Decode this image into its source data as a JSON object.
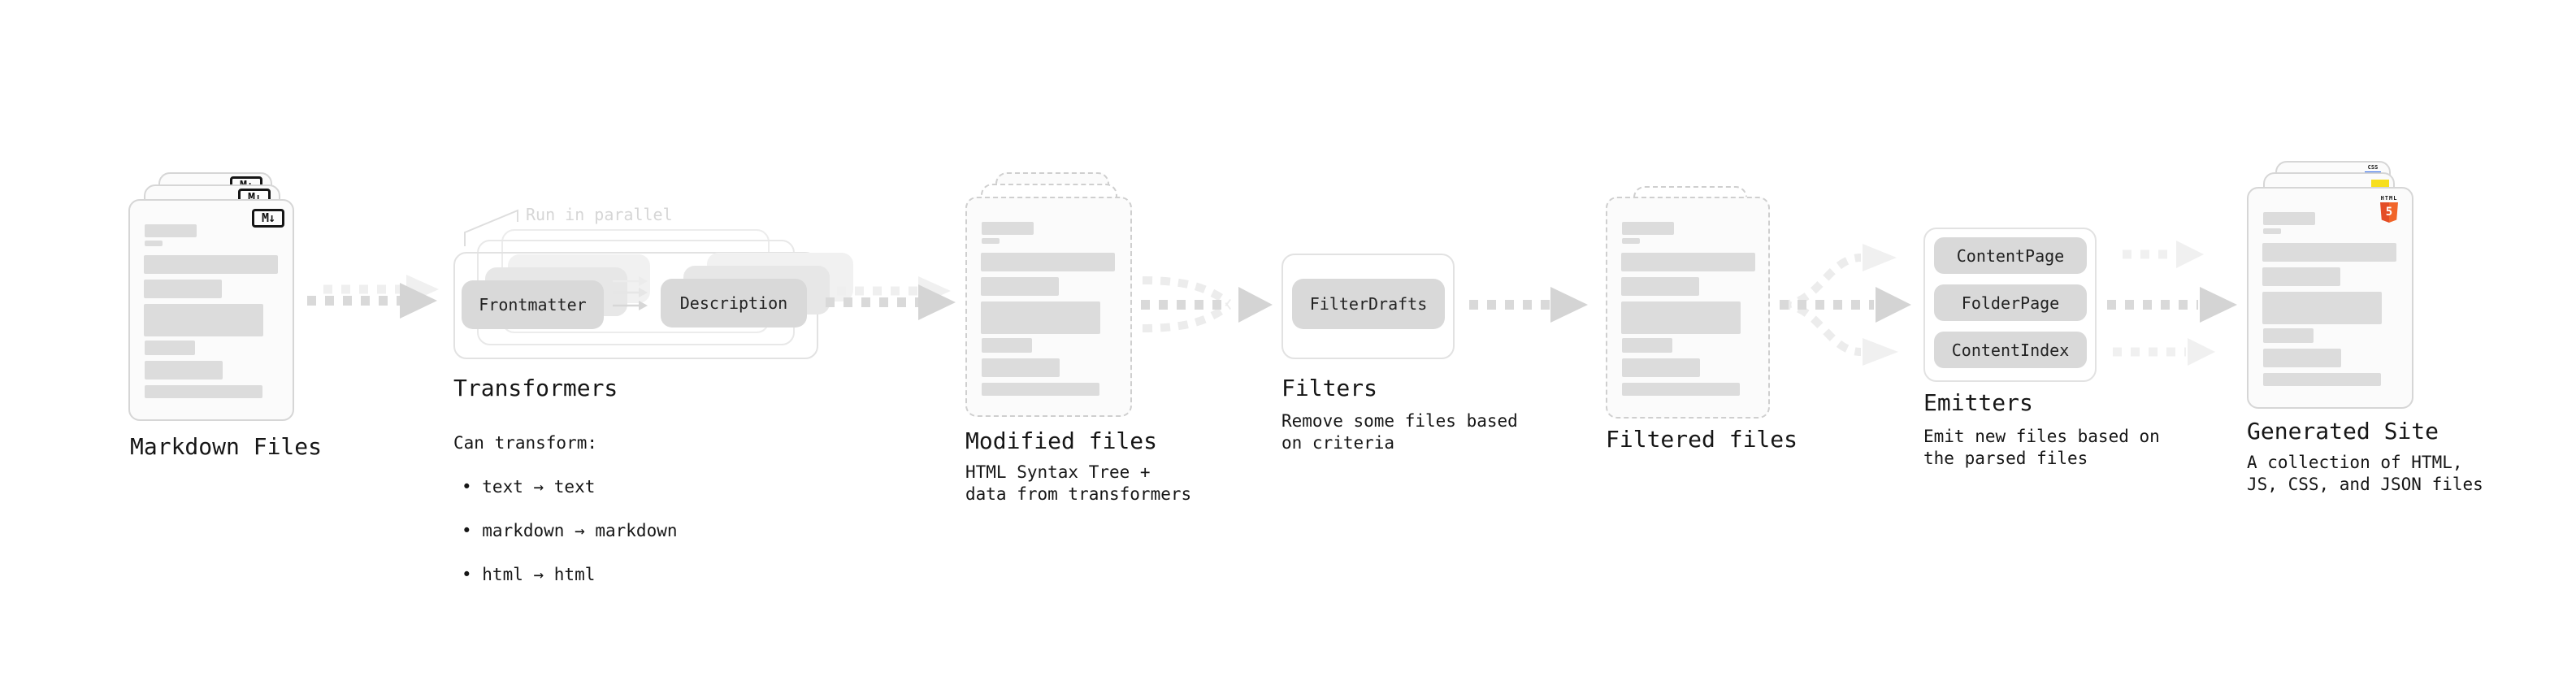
{
  "colors": {
    "arrow_dark": "#d9d9d9",
    "arrow_head_dark": "#d4d4d4",
    "arrow_light": "#efefef",
    "chip_fill": "#d9d9d9",
    "html5_orange": "#e44d26",
    "html5_orange_light": "#f16529",
    "js_yellow": "#f7df1e",
    "css_blue": "#2b66e8"
  },
  "stages": {
    "markdown_files": {
      "title": "Markdown Files",
      "badge": "M↓"
    },
    "transformers": {
      "title": "Transformers",
      "annotation": "Run in parallel",
      "chips": [
        "Frontmatter",
        "Description"
      ],
      "desc_heading": "Can transform:",
      "bullets": [
        "• text → text",
        "• markdown → markdown",
        "• html → html"
      ]
    },
    "modified_files": {
      "title": "Modified files",
      "description": "HTML Syntax Tree +\ndata from transformers"
    },
    "filters": {
      "title": "Filters",
      "chips": [
        "FilterDrafts"
      ],
      "description": "Remove some files based\non criteria"
    },
    "filtered_files": {
      "title": "Filtered files"
    },
    "emitters": {
      "title": "Emitters",
      "chips": [
        "ContentPage",
        "FolderPage",
        "ContentIndex"
      ],
      "description": "Emit new files based on\nthe parsed files"
    },
    "generated_site": {
      "title": "Generated Site",
      "description": "A collection of HTML,\nJS, CSS, and JSON files",
      "html_label": "HTML",
      "html_number": "5",
      "css_label": "CSS"
    }
  }
}
